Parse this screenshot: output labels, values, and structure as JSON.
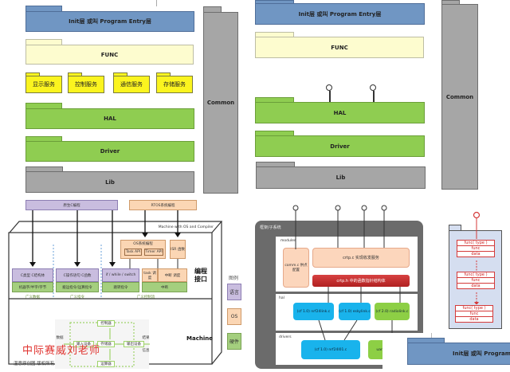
{
  "left_arch": {
    "init": "Init层 或叫 Program Entry层",
    "func": "FUNC",
    "services": [
      "显示服务",
      "控制服务",
      "通信服务",
      "存储服务"
    ],
    "hal": "HAL",
    "driver": "Driver",
    "lib": "Lib",
    "common": "Common"
  },
  "right_arch": {
    "init": "Init层 或叫 Program Entry层",
    "func": "FUNC",
    "hal": "HAL",
    "driver": "Driver",
    "lib": "Lib",
    "common": "Common"
  },
  "machine_diagram": {
    "bare_c": "原生C编程",
    "rtos": "RTOS系统编程",
    "machine_os_label": "Machine with OS and Compiler",
    "os_system_call": "OS系统编程",
    "task_api": "Task API",
    "timer_api": "Timer API",
    "isr": "ISR 函数",
    "col1_top": "C类型 C结构体",
    "col1_bottom": "机器字/半字/字节",
    "col1_caption": "广义数据",
    "col2_top": "C操作语句 C函数",
    "col2_bottom": "搬运指令/运算指令",
    "col2_caption": "广义指令",
    "col3_top": "if / while / switch",
    "col3_bottom": "跳转指令",
    "col3_caption": "广义控制流",
    "task_sched": "task 调度",
    "int_sched": "中断 调度",
    "interrupt": "中断",
    "prog_interface": "编程接口",
    "machine_label": "Machine",
    "cpu_units": [
      "控制器",
      "输入设备",
      "存储器",
      "输出设备",
      "运算器"
    ],
    "io_labels": [
      "数据",
      "程序",
      "结果",
      "信息"
    ],
    "watermark": "中际赛威刘老师",
    "copyright": "温意原创图 版权所有",
    "legend_title": "图例",
    "legend": [
      "语言",
      "OS",
      "硬件"
    ]
  },
  "crazyflie": {
    "outer_label": "框架/子系统",
    "modules_label": "modules",
    "comm": "comm.c 供点配置",
    "crtp": "crtp.c 实现收发服务",
    "crtp_h": "crtp.h 中的函数指针结构体",
    "hal_label": "hal",
    "hal_items": [
      "(cf 1.0) nrf24link.c",
      "(cf 1.0) eskylink.c",
      "(cf 2.0) radiolink.c"
    ],
    "drivers_label": "drivers",
    "driver_items": [
      "(cf 1.0) nrf24l01.c",
      "uart"
    ]
  },
  "func_chain": {
    "nodes": [
      {
        "title": "func( type )",
        "func": "func",
        "data": "data"
      },
      {
        "title": "func( type )",
        "func": "func",
        "data": "data"
      },
      {
        "title": "func( type )",
        "func": "func",
        "data": "data"
      }
    ]
  },
  "bottom_right": {
    "init": "Init层 或叫 Program Entry层"
  }
}
